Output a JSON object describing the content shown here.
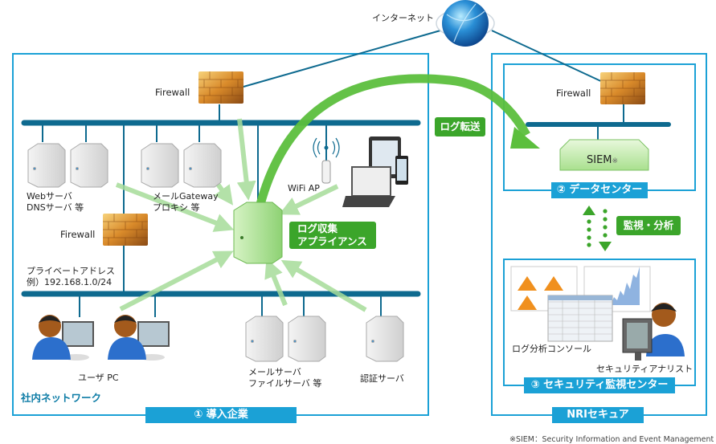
{
  "internet": {
    "label": "インターネット"
  },
  "enterprise": {
    "tag": "① 導入企業",
    "network_label": "社内ネットワーク",
    "firewall_top_label": "Firewall",
    "firewall_mid_label": "Firewall",
    "web_servers_label_1": "Webサーバ",
    "web_servers_label_2": "DNSサーバ 等",
    "mail_gw_label_1": "メールGateway",
    "mail_gw_label_2": "プロキシ 等",
    "wifi_label": "WiFi AP",
    "private_addr_1": "プライベートアドレス",
    "private_addr_2": "例）192.168.1.0/24",
    "appliance_label_1": "ログ収集",
    "appliance_label_2": "アプライアンス",
    "user_pc_label": "ユーザ PC",
    "mail_server_label_1": "メールサーバ",
    "mail_server_label_2": "ファイルサーバ 等",
    "auth_server_label": "認証サーバ"
  },
  "transfer": {
    "label": "ログ転送"
  },
  "nri": {
    "tag": "NRIセキュア",
    "datacenter": {
      "tag": "② データセンター",
      "firewall_label": "Firewall",
      "siem_label": "SIEM",
      "siem_mark": "※"
    },
    "monitor_label": "監視・分析",
    "soc": {
      "tag": "③ セキュリティ監視センター",
      "console_label": "ログ分析コンソール",
      "analyst_label": "セキュリティアナリスト"
    }
  },
  "footnote": "※SIEM：Security Information and Event Management",
  "colors": {
    "frame": "#1ba1d6",
    "bus": "#0e6a8f",
    "accent_green": "#3ba52a",
    "light_green": "#a6dc9a"
  }
}
